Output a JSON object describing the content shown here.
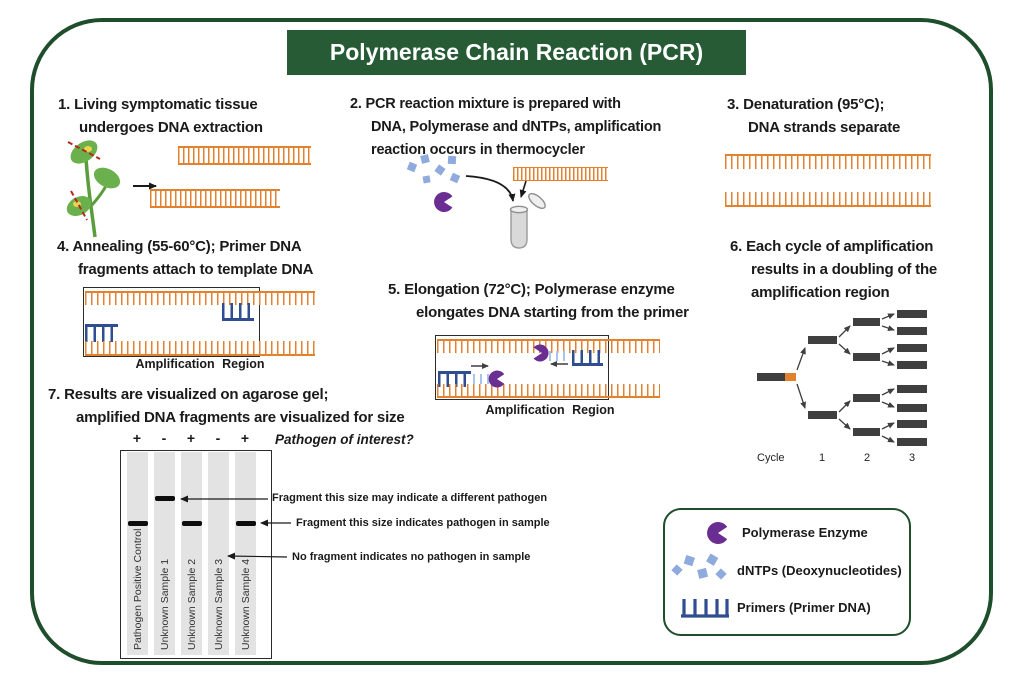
{
  "colors": {
    "title_bg": "#265b36",
    "green_dark": "#1e4e2c",
    "orange_dna": "#e2812f",
    "blue_primer": "#2f4d8f",
    "blue_dntp": "#8faadc",
    "purple_polymerase": "#6a2d91",
    "bar_gray": "#3f3f3f"
  },
  "title": "Polymerase Chain Reaction (PCR)",
  "steps": {
    "s1": {
      "l1": "1. Living symptomatic tissue",
      "l2": "undergoes DNA extraction"
    },
    "s2": {
      "l1": "2. PCR reaction mixture is prepared with",
      "l2": "DNA, Polymerase and dNTPs, amplification",
      "l3": "reaction occurs in thermocycler"
    },
    "s3": {
      "l1": "3. Denaturation (95°C);",
      "l2": "DNA strands separate"
    },
    "s4": {
      "l1": "4. Annealing (55-60°C); Primer DNA",
      "l2": "fragments attach to template DNA"
    },
    "s5": {
      "l1": "5. Elongation (72°C); Polymerase enzyme",
      "l2": "elongates DNA starting from the primer"
    },
    "s6": {
      "l1": "6. Each cycle of amplification",
      "l2": "results in a doubling of the",
      "l3": "amplification region"
    },
    "s7": {
      "l1": "7. Results are visualized on agarose gel;",
      "l2": "amplified DNA fragments are visualized for size"
    }
  },
  "amplification_region_label": "Amplification Region",
  "cycle_diagram": {
    "axis_label": "Cycle",
    "cycle_ticks": [
      "1",
      "2",
      "3"
    ],
    "fragments_per_cycle": {
      "start": 1,
      "cycle1": 2,
      "cycle2": 4,
      "cycle3": 8
    }
  },
  "gel": {
    "signs": [
      "+",
      "-",
      "+",
      "-",
      "+"
    ],
    "question_label": "Pathogen of interest?",
    "lanes": [
      "Pathogen Positive Control",
      "Unknown Sample 1",
      "Unknown Sample 2",
      "Unknown Sample 3",
      "Unknown Sample 4"
    ],
    "bands": [
      {
        "lane": "Pathogen Positive Control",
        "result": "pathogen size"
      },
      {
        "lane": "Unknown Sample 1",
        "result": "different size"
      },
      {
        "lane": "Unknown Sample 2",
        "result": "pathogen size"
      },
      {
        "lane": "Unknown Sample 4",
        "result": "pathogen size"
      }
    ],
    "annotations": [
      "Fragment this size may indicate a different pathogen",
      "Fragment this size indicates pathogen in sample",
      "No fragment indicates no pathogen in sample"
    ]
  },
  "legend": {
    "items": [
      {
        "icon": "polymerase-icon",
        "label": "Polymerase Enzyme"
      },
      {
        "icon": "dntp-icon",
        "label": "dNTPs (Deoxynucleotides)"
      },
      {
        "icon": "primer-icon",
        "label": "Primers (Primer DNA)"
      }
    ]
  }
}
